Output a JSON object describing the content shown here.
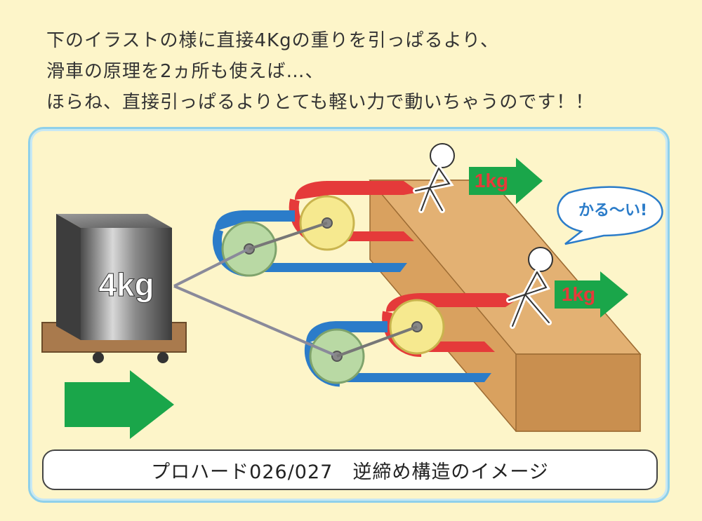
{
  "intro": {
    "line1": "下のイラストの様に直接4Kgの重りを引っぱるより、",
    "line2": "滑車の原理を2ヵ所も使えば…、",
    "line3": "ほらね、直接引っぱるよりとても軽い力で動いちゃうのです！！"
  },
  "diagram": {
    "weight_label": "4kg",
    "force_upper_label": "1kg",
    "force_lower_label": "1kg",
    "speech_bubble": "かる～い!"
  },
  "caption": "プロハード026/027　逆締め構造のイメージ",
  "colors": {
    "background": "#fdf5c9",
    "frame_border": "#8fd0ea",
    "arrow_green": "#1aa64a",
    "belt_red": "#e53a3a",
    "belt_blue": "#2b7cc9",
    "pulley_green": "#b9d9a4",
    "pulley_yellow": "#f6e98f",
    "ramp_tan": "#d9a15f"
  }
}
